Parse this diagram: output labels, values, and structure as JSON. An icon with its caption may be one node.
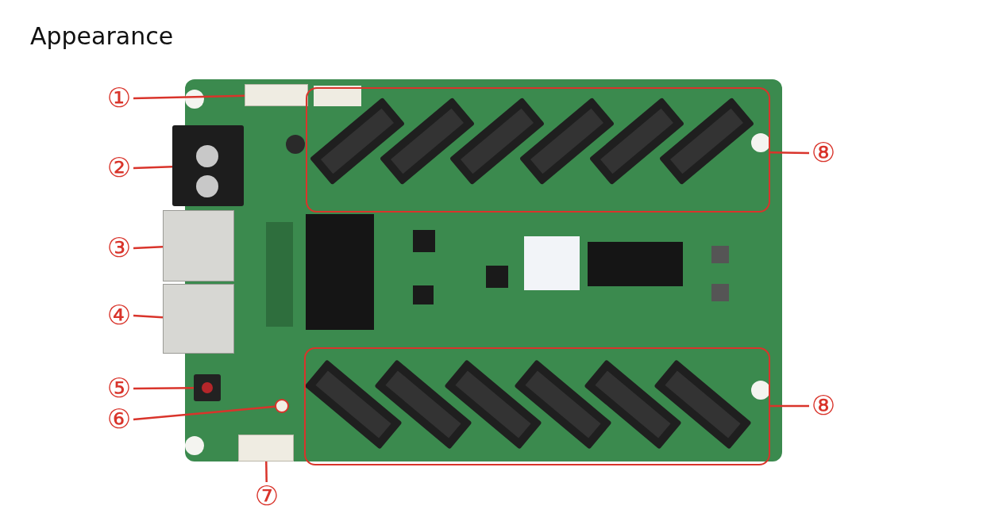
{
  "diagram": {
    "title": "Appearance",
    "nodes": [
      {
        "text": [],
        "shape": "picture"
      },
      {
        "text": [
          "①"
        ]
      },
      {
        "text": [
          "②"
        ]
      },
      {
        "text": [
          "③"
        ]
      },
      {
        "text": [
          "④"
        ]
      },
      {
        "text": [
          "⑤"
        ]
      },
      {
        "text": [
          "⑥"
        ]
      },
      {
        "text": [
          "⑦"
        ]
      },
      {
        "text": [
          "⑧"
        ]
      },
      {
        "text": [
          "⑧"
        ]
      },
      {
        "text": [],
        "shape": "box",
        "in": 0
      },
      {
        "text": [],
        "shape": "box",
        "in": 0
      },
      {
        "text": [],
        "shape": "box",
        "in": 0
      },
      {
        "text": [],
        "shape": "box",
        "in": 0
      },
      {
        "text": [],
        "shape": "box",
        "in": 0
      },
      {
        "text": [],
        "shape": "circle",
        "in": 0
      },
      {
        "text": [],
        "shape": "box",
        "in": 0
      },
      {
        "text": [],
        "shape": "box",
        "in": 0
      },
      {
        "text": [],
        "shape": "box",
        "in": 0
      }
    ],
    "edges": [
      {
        "from": 1,
        "to": 10,
        "arrow": "none"
      },
      {
        "from": 2,
        "to": 11,
        "arrow": "none"
      },
      {
        "from": 3,
        "to": 12,
        "arrow": "none"
      },
      {
        "from": 4,
        "to": 13,
        "arrow": "none"
      },
      {
        "from": 5,
        "to": 14,
        "arrow": "none"
      },
      {
        "from": 6,
        "to": 15,
        "arrow": "none"
      },
      {
        "from": 7,
        "to": 16,
        "arrow": "none"
      },
      {
        "from": 8,
        "to": 17,
        "arrow": "none"
      },
      {
        "from": 9,
        "to": 18,
        "arrow": "none"
      }
    ]
  }
}
